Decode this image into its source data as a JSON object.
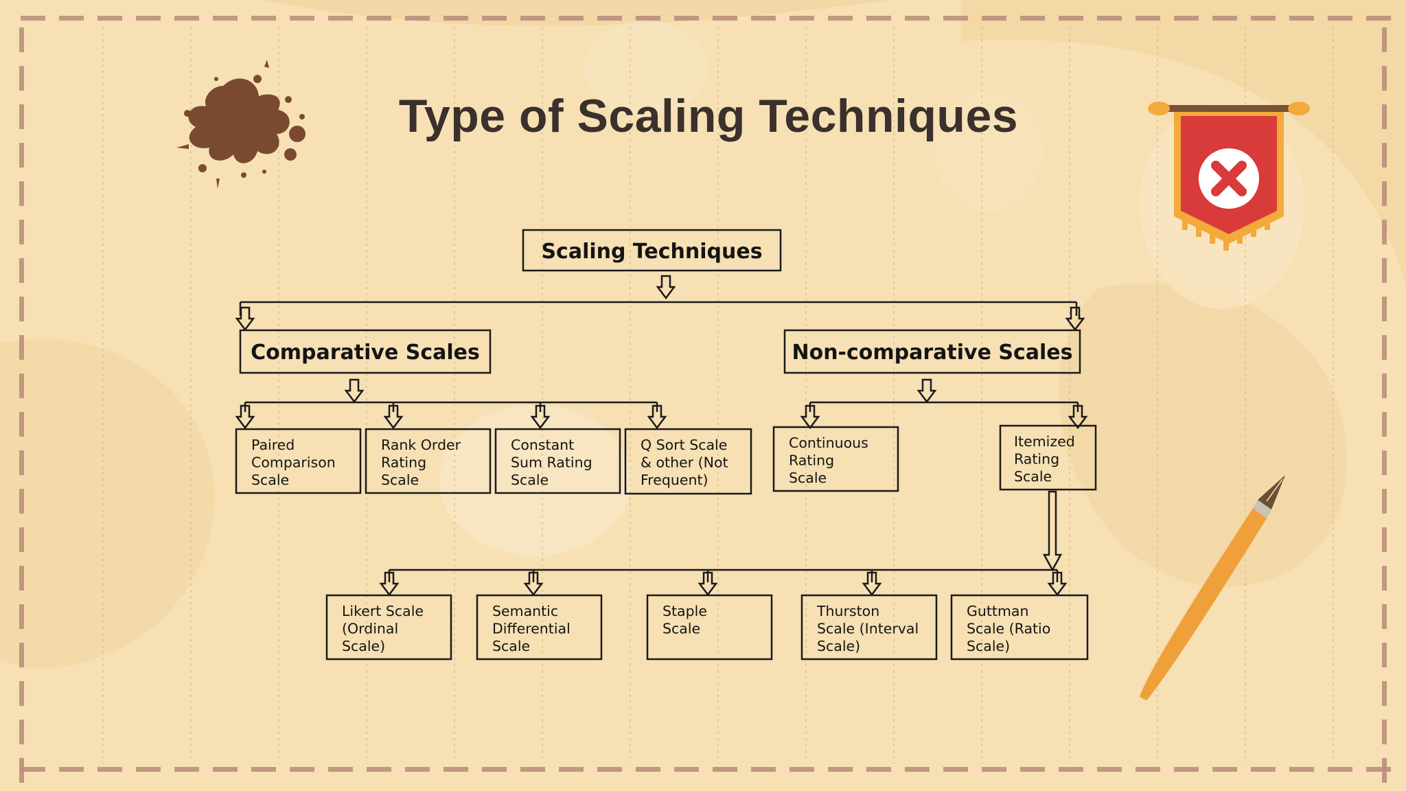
{
  "slide": {
    "title": "Type of Scaling Techniques"
  },
  "diagram": {
    "root": "Scaling Techniques",
    "categories": [
      "Comparative Scales",
      "Non-comparative Scales"
    ],
    "comparative": [
      [
        "Paired",
        "Comparison",
        "Scale"
      ],
      [
        "Rank Order",
        "Rating",
        "Scale"
      ],
      [
        "Constant",
        "Sum Rating",
        "Scale"
      ],
      [
        "Q Sort Scale",
        "& other (Not",
        "Frequent)"
      ]
    ],
    "non_comparative": [
      [
        "Continuous",
        "Rating",
        "Scale"
      ],
      [
        "Itemized",
        "Rating",
        "Scale"
      ]
    ],
    "itemized": [
      [
        "Likert Scale",
        "(Ordinal",
        "Scale)"
      ],
      [
        "Semantic",
        "Differential",
        "Scale"
      ],
      [
        "Staple",
        "Scale"
      ],
      [
        "Thurston",
        "Scale (Interval",
        "Scale)"
      ],
      [
        "Guttman",
        "Scale (Ratio",
        "Scale)"
      ]
    ]
  },
  "decor": {
    "stain_color": "#7a4a30",
    "banner_color": "#d93a3a",
    "banner_trim": "#f4a93b",
    "pen_color": "#f0a03a",
    "border_color": "#b88a78",
    "icons": [
      "ink-stain-icon",
      "banner-close-icon",
      "fountain-pen-icon"
    ]
  }
}
